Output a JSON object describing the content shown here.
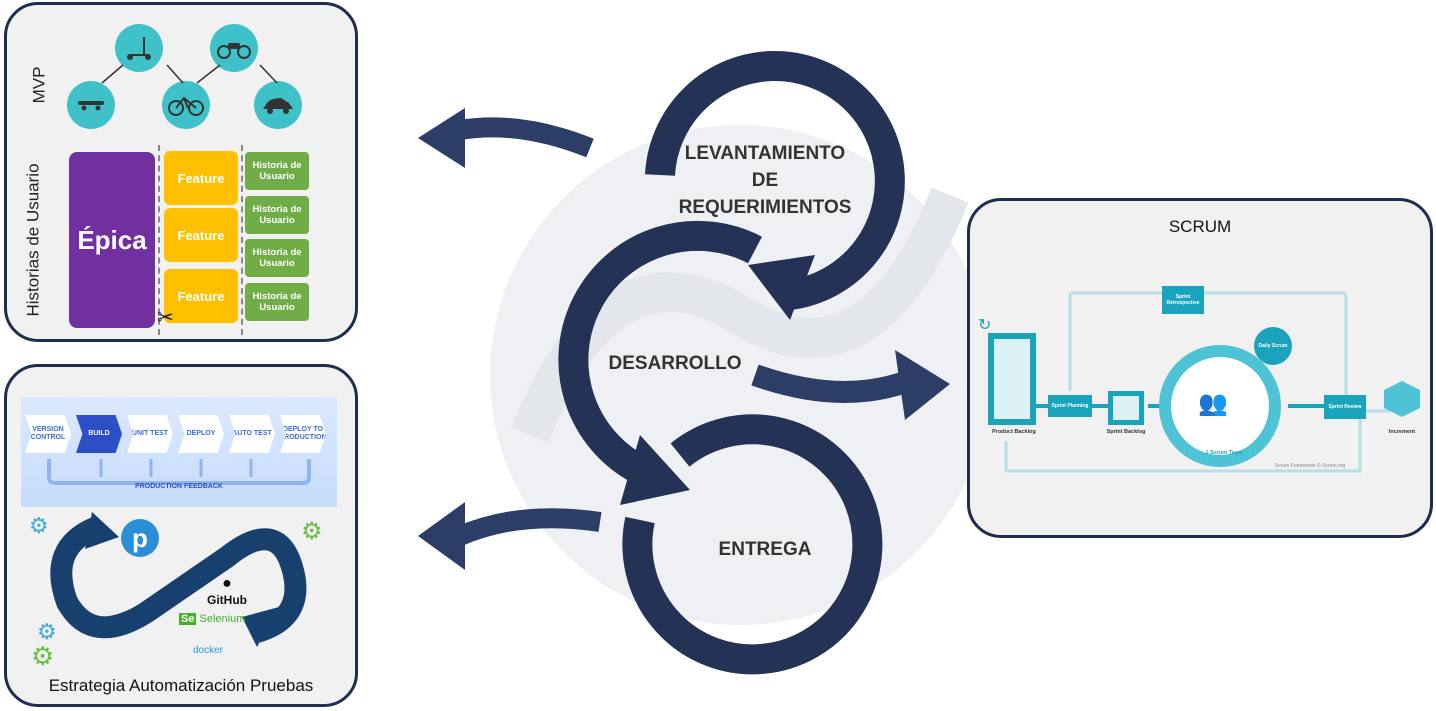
{
  "center": {
    "levantamiento_label": "LEVANTAMIENTO\nDE\nREQUERIMIENTOS",
    "desarrollo_label": "DESARROLLO",
    "entrega_label": "ENTREGA",
    "loop_color": "#243355"
  },
  "mvp_panel": {
    "mvp_label": "MVP",
    "historias_label": "Historias de Usuario",
    "epica_label": "Épica",
    "features": [
      "Feature",
      "Feature",
      "Feature"
    ],
    "stories": [
      "Historia de Usuario",
      "Historia de Usuario",
      "Historia de Usuario",
      "Historia de Usuario"
    ],
    "icons": [
      "skateboard-icon",
      "scooter-icon",
      "bicycle-icon",
      "motorcycle-icon",
      "car-icon"
    ],
    "colors": {
      "epica": "#7030a0",
      "feature": "#ffc000",
      "story": "#70ad47",
      "icon_bg": "#3fc1c9"
    }
  },
  "automation_panel": {
    "stages": [
      "VERSION CONTROL",
      "BUILD",
      "UNIT TEST",
      "DEPLOY",
      "AUTO TEST",
      "DEPLOY TO PRODUCTION"
    ],
    "feedback": "PRODUCTION FEEDBACK",
    "tools": [
      "GitHub",
      "Selenium",
      "docker"
    ],
    "title": "Estrategia Automatización Pruebas"
  },
  "scrum_panel": {
    "title": "SCRUM",
    "sprint_retrospective": "Sprint Retrospective",
    "daily_scrum": "Daily Scrum",
    "product_backlog": "Product Backlog",
    "sprint_planning": "Sprint Planning",
    "sprint_backlog": "Sprint Backlog",
    "scrum_team": "1 Scrum Team",
    "sprint_review": "Sprint Review",
    "increment": "Increment",
    "credit": "Scrum Framework © Scrum.org"
  }
}
